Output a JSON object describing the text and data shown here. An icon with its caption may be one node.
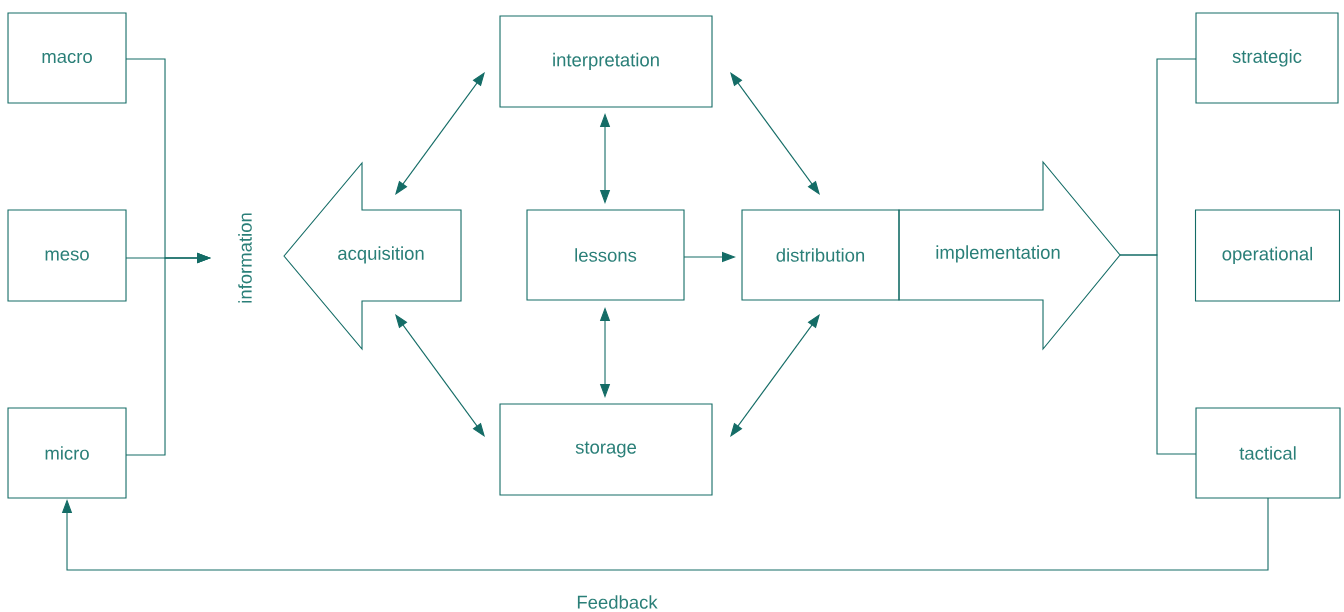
{
  "diagram": {
    "nodes": [
      {
        "text": [
          "macro"
        ]
      },
      {
        "text": [
          "meso"
        ]
      },
      {
        "text": [
          "micro"
        ]
      },
      {
        "text": [
          "information"
        ]
      },
      {
        "text": [
          "acquisition"
        ]
      },
      {
        "text": [
          "interpretation"
        ]
      },
      {
        "text": [
          "lessons"
        ]
      },
      {
        "text": [
          "storage"
        ]
      },
      {
        "text": [
          "distribution"
        ]
      },
      {
        "text": [
          "implementation"
        ]
      },
      {
        "text": [
          "strategic"
        ]
      },
      {
        "text": [
          "operational"
        ]
      },
      {
        "text": [
          "tactical"
        ]
      }
    ],
    "edges": [
      {
        "from": 0,
        "to": 3,
        "arrow": "to"
      },
      {
        "from": 1,
        "to": 3,
        "arrow": "to"
      },
      {
        "from": 2,
        "to": 3,
        "arrow": "to"
      },
      {
        "from": 4,
        "to": 5,
        "arrow": "both"
      },
      {
        "from": 4,
        "to": 7,
        "arrow": "both"
      },
      {
        "from": 5,
        "to": 6,
        "arrow": "both"
      },
      {
        "from": 6,
        "to": 7,
        "arrow": "both"
      },
      {
        "from": 6,
        "to": 8,
        "arrow": "to"
      },
      {
        "from": 5,
        "to": 8,
        "arrow": "both"
      },
      {
        "from": 7,
        "to": 8,
        "arrow": "both"
      },
      {
        "from": 9,
        "to": 10,
        "arrow": "none"
      },
      {
        "from": 9,
        "to": 12,
        "arrow": "none"
      },
      {
        "from": 12,
        "to": 2,
        "arrow": "to",
        "label": "Feedback"
      }
    ]
  }
}
